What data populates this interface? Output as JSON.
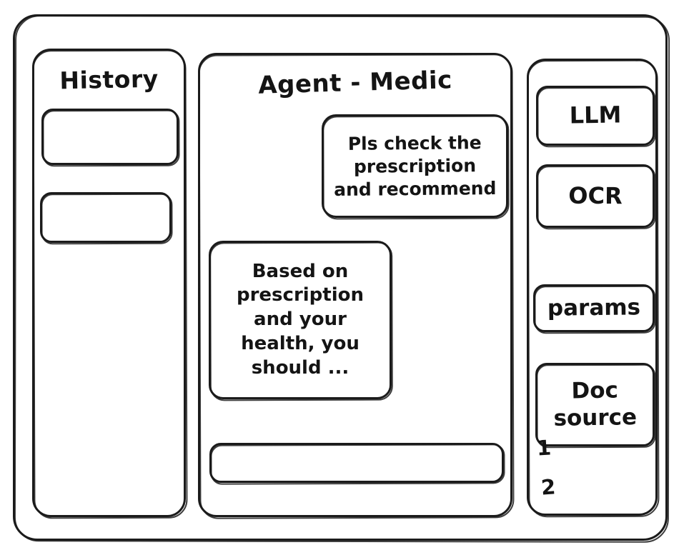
{
  "window": {
    "style": "hand-drawn-wireframe",
    "stroke_color": "#1b1b1b",
    "background_color": "#ffffff"
  },
  "history": {
    "title": "History",
    "items": [
      {
        "label": ""
      },
      {
        "label": ""
      }
    ]
  },
  "chat": {
    "title": "Agent - Medic",
    "messages": [
      {
        "role": "user",
        "text": "Pls check the\nprescription\nand recommend"
      },
      {
        "role": "assistant",
        "text": "Based on\nprescription\nand your\nhealth, you\nshould ..."
      }
    ],
    "composer": {
      "value": "",
      "placeholder": ""
    }
  },
  "tools": {
    "buttons": [
      {
        "label": "LLM"
      },
      {
        "label": "OCR"
      },
      {
        "label": "params"
      }
    ],
    "doc_source": {
      "label": "Doc\nsource",
      "items": [
        "1",
        "2"
      ]
    }
  }
}
